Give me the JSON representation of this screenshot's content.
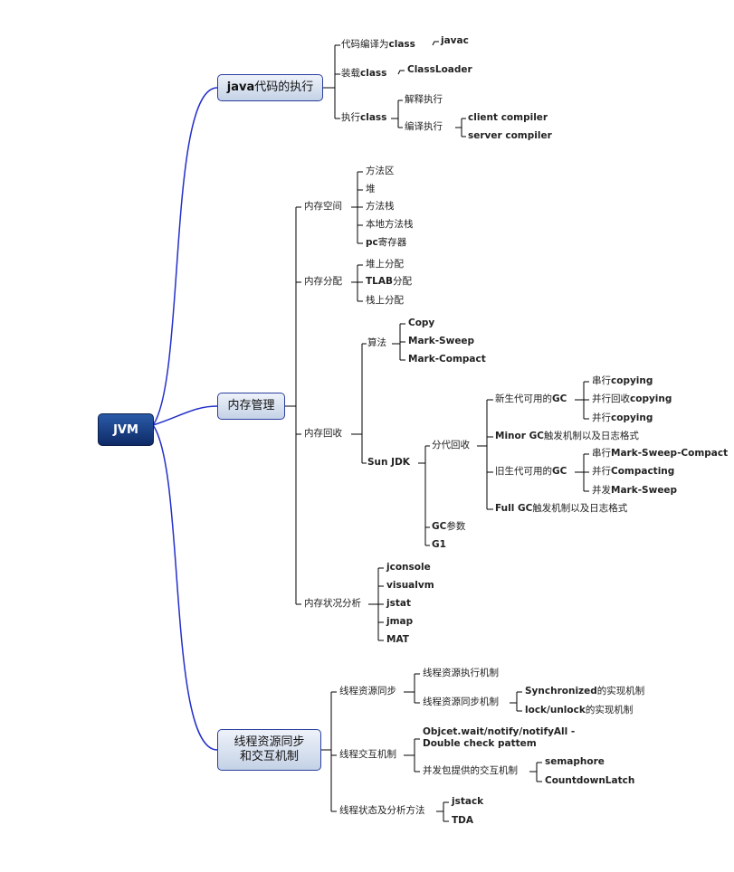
{
  "root": "JVM",
  "b1": {
    "label_bold": "java",
    "label_rest": "代码的执行",
    "compile": {
      "label": "代码编译为",
      "label_bold": "class",
      "child": "javac"
    },
    "load": {
      "label": "装载",
      "label_bold": "class",
      "child": "ClassLoader"
    },
    "exec": {
      "label": "执行",
      "label_bold": "class",
      "interp": "解释执行",
      "compile": "编译执行",
      "client": "client compiler",
      "server": "server compiler"
    }
  },
  "b2": {
    "label": "内存管理",
    "space": {
      "label": "内存空间",
      "items": [
        "方法区",
        "堆",
        "方法栈",
        "本地方法栈"
      ],
      "pc_bold": "pc",
      "pc_rest": "寄存器"
    },
    "alloc": {
      "label": "内存分配",
      "heap": "堆上分配",
      "tlab_bold": "TLAB",
      "tlab_rest": "分配",
      "stack": "栈上分配"
    },
    "gc": {
      "label": "内存回收",
      "algo": {
        "label": "算法",
        "items": [
          "Copy",
          "Mark-Sweep",
          "Mark-Compact"
        ]
      },
      "sunjdk": {
        "label": "Sun JDK",
        "gen": {
          "label": "分代回收",
          "young": {
            "label": "新生代可用的",
            "label_bold": "GC",
            "i1a": "串行",
            "i1b": "copying",
            "i2a": "并行回收",
            "i2b": "copying",
            "i3a": "并行",
            "i3b": "copying"
          },
          "minor": {
            "bold": "Minor GC",
            "rest": "触发机制以及日志格式"
          },
          "old": {
            "label": "旧生代可用的",
            "label_bold": "GC",
            "i1a": "串行",
            "i1b": "Mark-Sweep-Compact",
            "i2a": "并行",
            "i2b": "Compacting",
            "i3a": "并发",
            "i3b": "Mark-Sweep"
          },
          "full": {
            "bold": "Full GC",
            "rest": "触发机制以及日志格式"
          }
        },
        "param_bold": "GC",
        "param_rest": "参数",
        "g1": "G1"
      }
    },
    "analysis": {
      "label": "内存状况分析",
      "items": [
        "jconsole",
        "visualvm",
        "jstat",
        "jmap",
        "MAT"
      ]
    }
  },
  "b3": {
    "label_l1": "线程资源同步",
    "label_l2": "和交互机制",
    "sync": {
      "label": "线程资源同步",
      "exec": "线程资源执行机制",
      "syncmech": "线程资源同步机制",
      "s1_bold": "Synchronized",
      "s1_rest": "的实现机制",
      "s2_bold": "lock/unlock",
      "s2_rest": "的实现机制"
    },
    "interact": {
      "label": "线程交互机制",
      "wait_l1": "Objcet.wait/notify/notifyAll -",
      "wait_l2": "Double check pattem",
      "conc": "并发包提供的交互机制",
      "sem": "semaphore",
      "latch": "CountdownLatch"
    },
    "state": {
      "label": "线程状态及分析方法",
      "jstack": "jstack",
      "tda": "TDA"
    }
  }
}
